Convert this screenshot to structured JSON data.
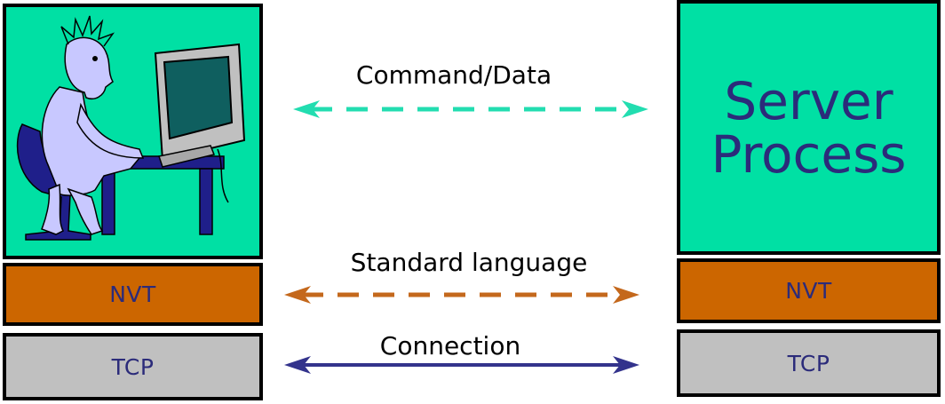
{
  "client": {
    "nvt_label": "NVT",
    "tcp_label": "TCP",
    "illustration_icon": "person-at-computer-icon"
  },
  "server": {
    "title_line1": "Server",
    "title_line2": "Process",
    "nvt_label": "NVT",
    "tcp_label": "TCP"
  },
  "arrows": {
    "command_label": "Command/Data",
    "standard_label": "Standard language",
    "connection_label": "Connection"
  },
  "colors": {
    "teal": "#00e0a4",
    "orange": "#cc6600",
    "gray": "#c0c0c0",
    "navy": "#2b2b7a",
    "command_arrow": "#22ddb0",
    "standard_arrow": "#c4681c",
    "connection_arrow": "#33338c"
  }
}
